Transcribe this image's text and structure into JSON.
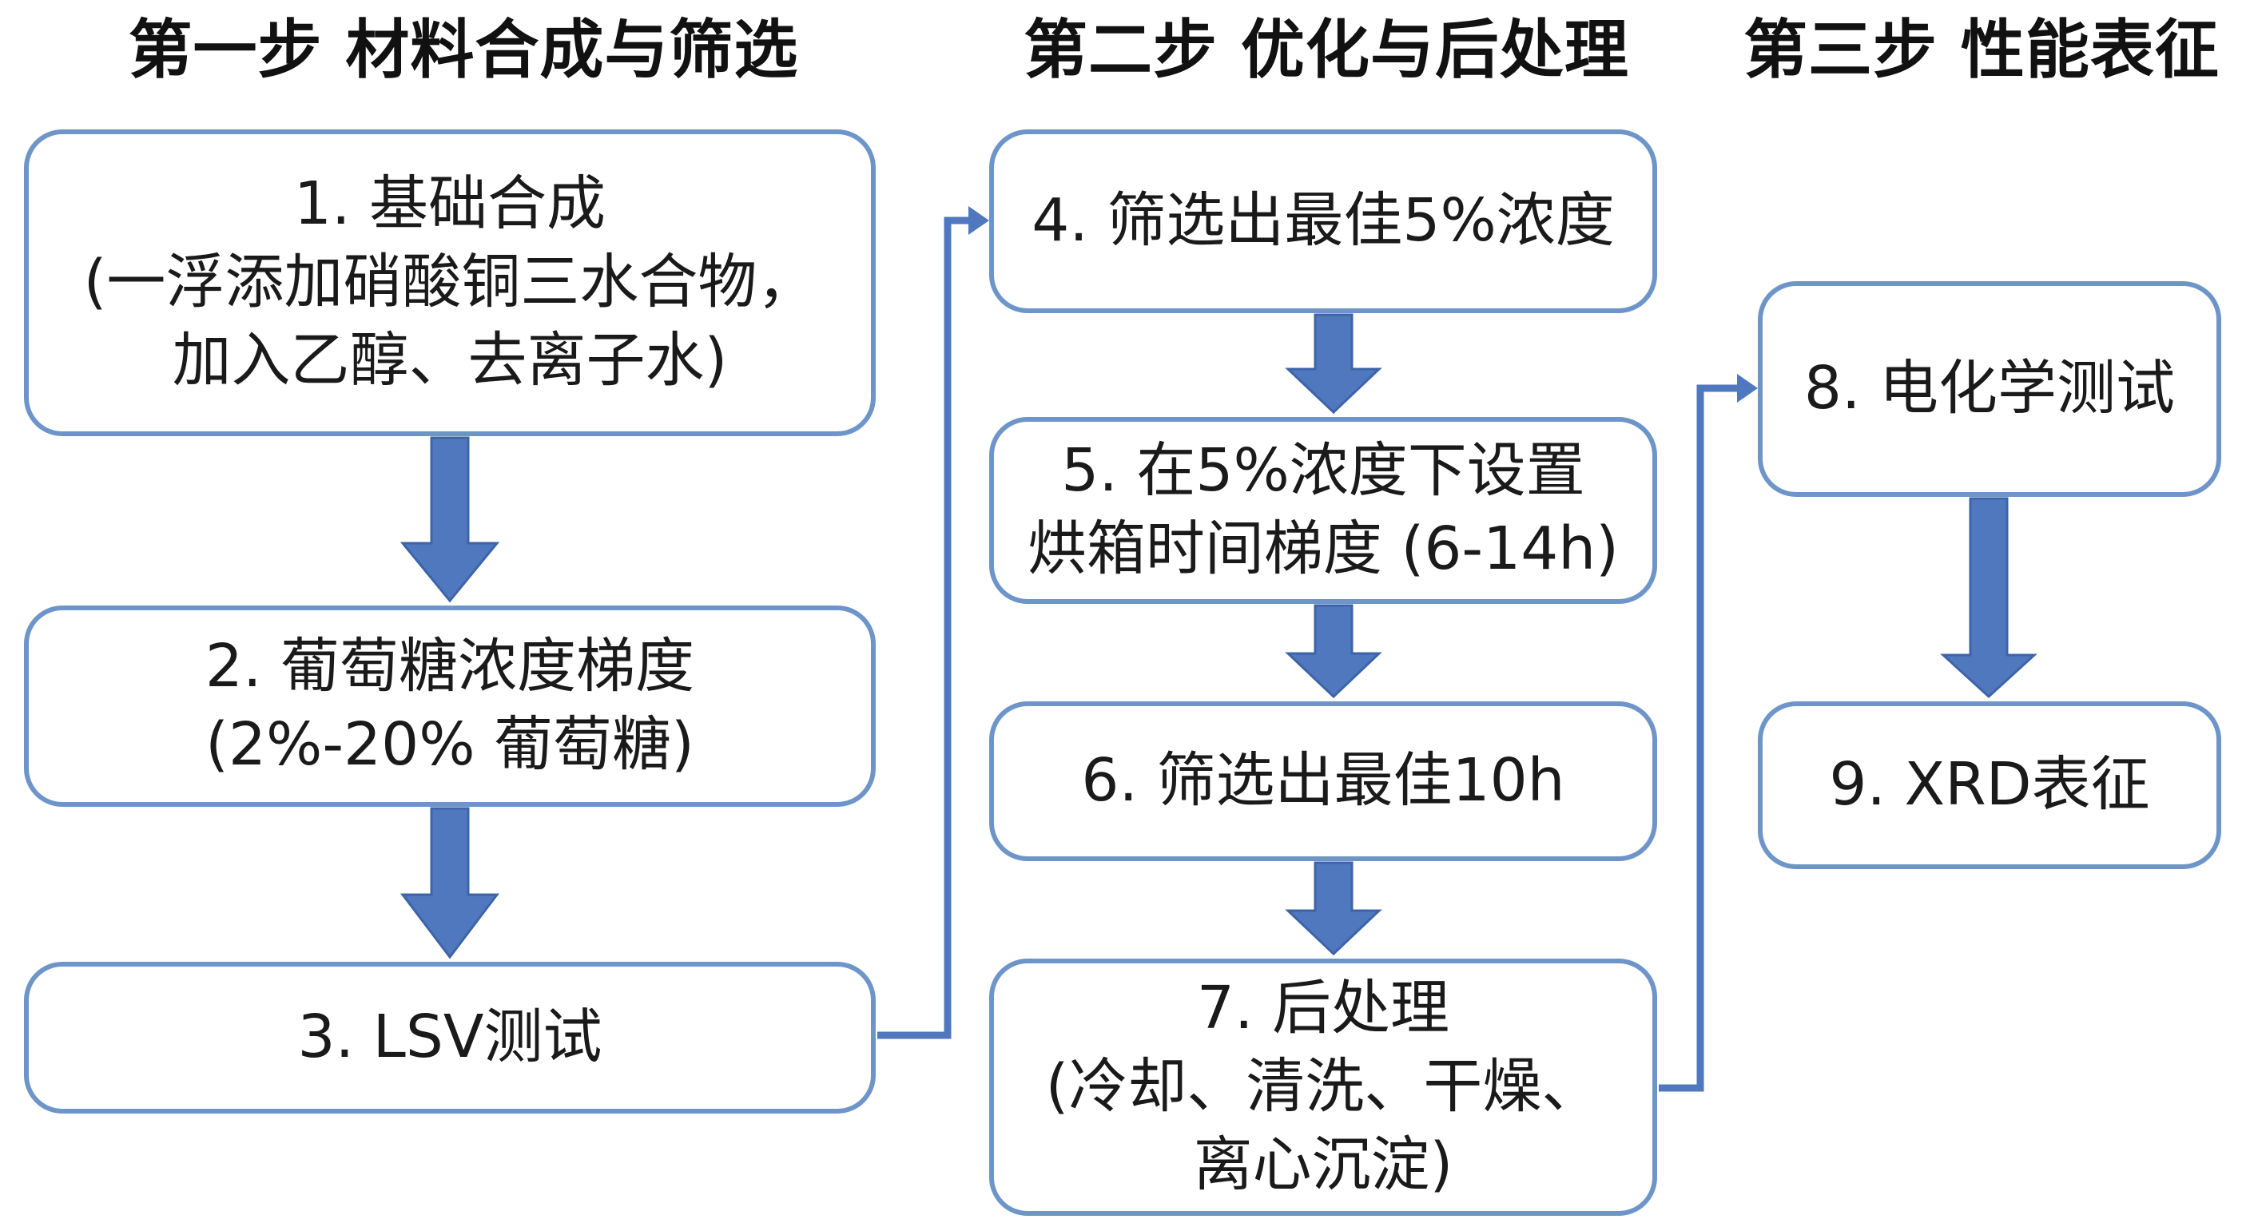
{
  "steps": [
    {
      "title": "第一步 材料合成与筛选"
    },
    {
      "title": "第二步 优化与后处理"
    },
    {
      "title": "第三步 性能表征"
    }
  ],
  "boxes": [
    {
      "lines": [
        "1. 基础合成",
        "(一浮添加硝酸铜三水合物，",
        "加入乙醇、去离子水)"
      ]
    },
    {
      "lines": [
        "2. 葡萄糖浓度梯度",
        "(2%-20% 葡萄糖)"
      ]
    },
    {
      "lines": [
        "3. LSV测试"
      ]
    },
    {
      "lines": [
        "4. 筛选出最佳5%浓度"
      ]
    },
    {
      "lines": [
        "5. 在5%浓度下设置",
        "烘箱时间梯度 (6-14h)"
      ]
    },
    {
      "lines": [
        "6. 筛选出最佳10h"
      ]
    },
    {
      "lines": [
        "7. 后处理",
        "(冷却、清洗、干燥、",
        "离心沉淀)"
      ]
    },
    {
      "lines": [
        "8. 电化学测试"
      ]
    },
    {
      "lines": [
        "9. XRD表征"
      ]
    }
  ],
  "colors": {
    "box_border": "#6d95c9",
    "arrow": "#4f78bf",
    "connector": "#4f78bf"
  }
}
